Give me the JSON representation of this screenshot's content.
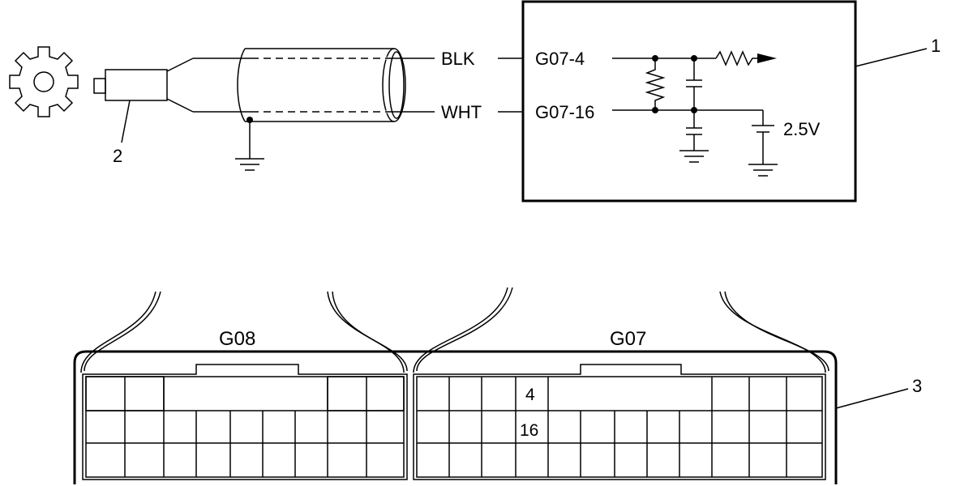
{
  "diagram": {
    "wires": {
      "blk": "BLK",
      "wht": "WHT"
    },
    "terminals": {
      "pin_a": "G07-4",
      "pin_b": "G07-16"
    },
    "voltage": "2.5V",
    "callouts": {
      "ecm": "1",
      "sensor": "2",
      "connector": "3"
    },
    "connectors": {
      "left": "G08",
      "right": "G07"
    },
    "pin_numbers": {
      "top": "4",
      "bottom": "16"
    },
    "colors": {
      "line": "#000000",
      "background": "#ffffff"
    }
  }
}
